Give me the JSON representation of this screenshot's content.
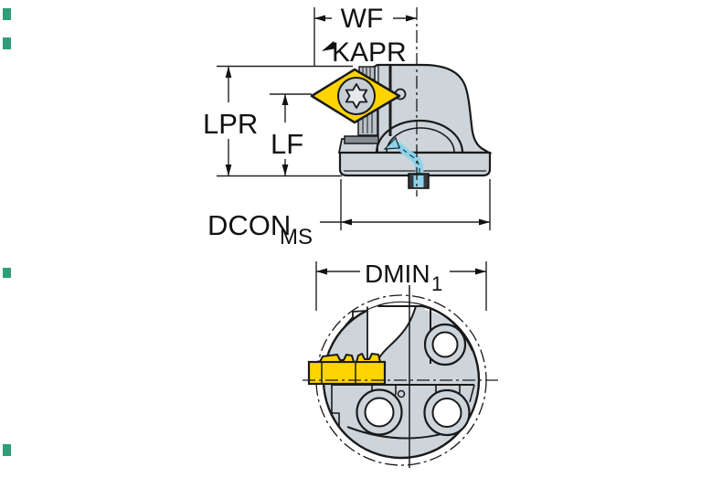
{
  "page": {
    "background": "#ffffff"
  },
  "colors": {
    "insert_yellow": "#FFD400",
    "body_gray": "#CDD5DB",
    "body_shade": "#B9C1C9",
    "shim_gray": "#868D94",
    "screw_gray": "#C7CED6",
    "screw_star": "#E4E9ED",
    "coolant_blue": "#8FD3EA",
    "slot_dark": "#343A40",
    "outline": "#1A1A1A",
    "edge_marker_green": "#2E9E77"
  },
  "side_view": {
    "labels": {
      "wf": "WF",
      "kapr": "KAPR",
      "lpr": "LPR",
      "lf": "LF",
      "dcon": "DCON",
      "dcon_sub": "MS"
    }
  },
  "front_view": {
    "labels": {
      "dmin": "DMIN",
      "dmin_sub": "1"
    }
  }
}
